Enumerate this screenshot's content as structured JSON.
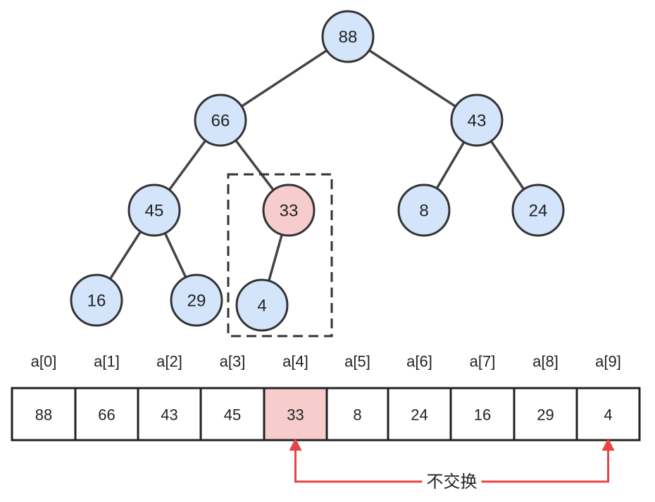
{
  "colors": {
    "node_fill": "#d3e4fb",
    "node_highlight_fill": "#f6cccc",
    "stroke": "#333333",
    "edge": "#444444",
    "cell_highlight": "#f6cccc",
    "arrow": "#e64545"
  },
  "tree": {
    "nodes": [
      {
        "id": "n0",
        "label": "88",
        "highlight": false
      },
      {
        "id": "n1",
        "label": "66",
        "highlight": false
      },
      {
        "id": "n2",
        "label": "43",
        "highlight": false
      },
      {
        "id": "n3",
        "label": "45",
        "highlight": false
      },
      {
        "id": "n4",
        "label": "33",
        "highlight": true
      },
      {
        "id": "n5",
        "label": "8",
        "highlight": false
      },
      {
        "id": "n6",
        "label": "24",
        "highlight": false
      },
      {
        "id": "n7",
        "label": "16",
        "highlight": false
      },
      {
        "id": "n8",
        "label": "29",
        "highlight": false
      },
      {
        "id": "n9",
        "label": "4",
        "highlight": false
      }
    ],
    "edges": [
      [
        "n0",
        "n1"
      ],
      [
        "n0",
        "n2"
      ],
      [
        "n1",
        "n3"
      ],
      [
        "n1",
        "n4"
      ],
      [
        "n2",
        "n5"
      ],
      [
        "n2",
        "n6"
      ],
      [
        "n3",
        "n7"
      ],
      [
        "n3",
        "n8"
      ],
      [
        "n4",
        "n9"
      ]
    ],
    "focus_group": [
      "n4",
      "n9"
    ]
  },
  "array": {
    "indices": [
      "a[0]",
      "a[1]",
      "a[2]",
      "a[3]",
      "a[4]",
      "a[5]",
      "a[6]",
      "a[7]",
      "a[8]",
      "a[9]"
    ],
    "values": [
      "88",
      "66",
      "43",
      "45",
      "33",
      "8",
      "24",
      "16",
      "29",
      "4"
    ],
    "highlight_index": 4
  },
  "compare": {
    "from_index": 4,
    "to_index": 9,
    "label": "不交换"
  }
}
